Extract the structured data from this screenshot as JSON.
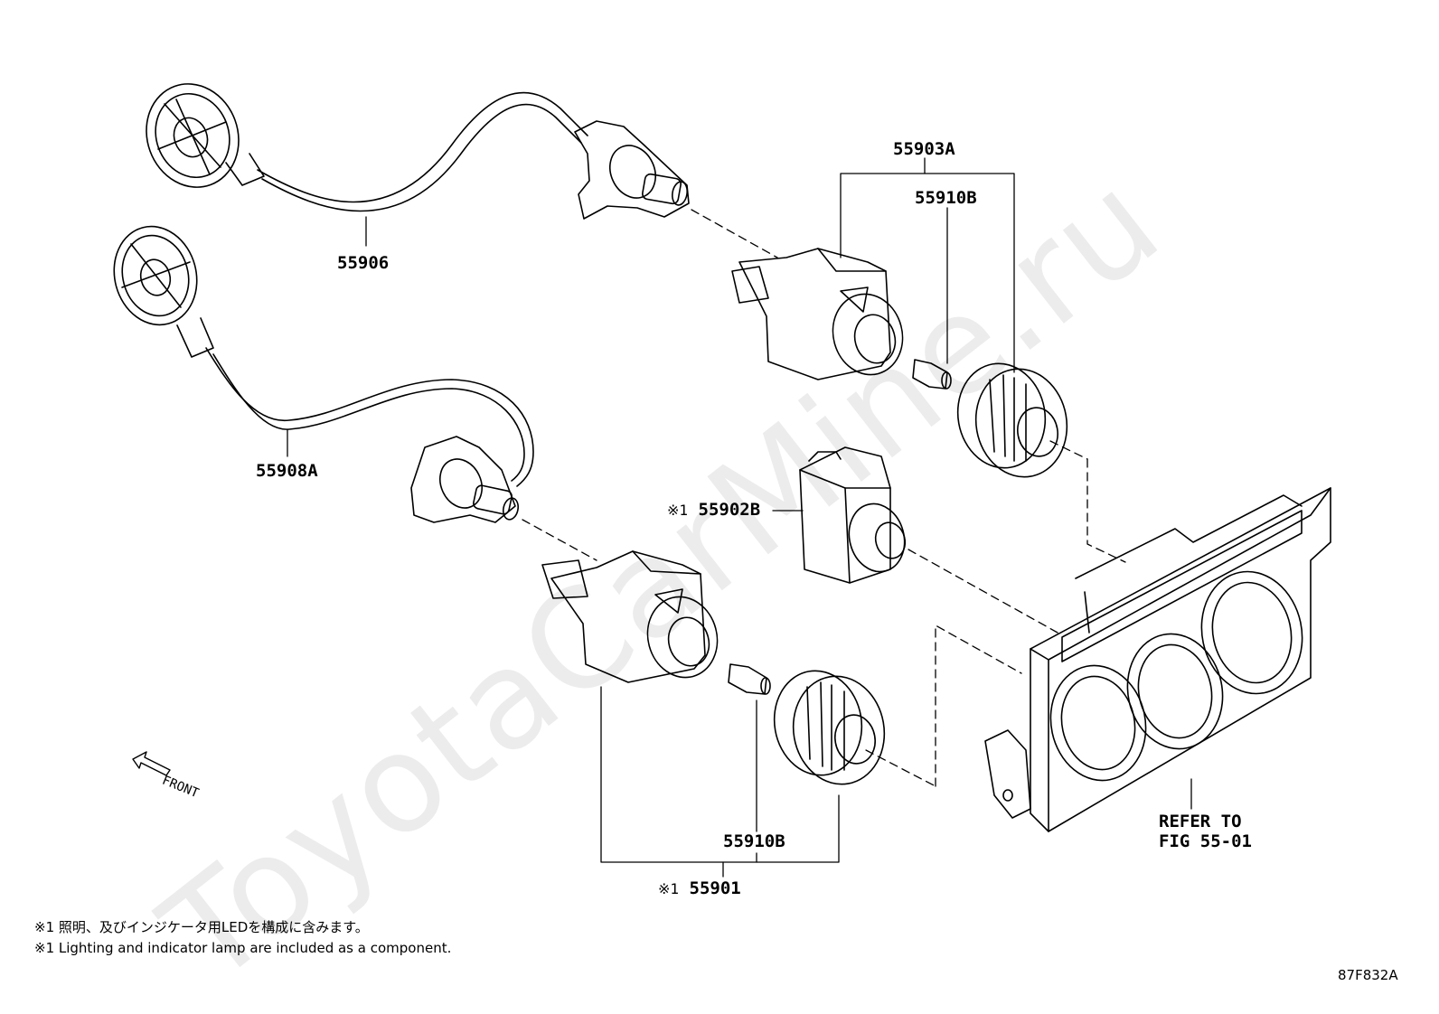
{
  "labels": {
    "p55906": "55906",
    "p55908a": "55908A",
    "p55903a": "55903A",
    "p55910b_top": "55910B",
    "p55902b_mark": "※1",
    "p55902b": "55902B",
    "p55910b_bottom": "55910B",
    "p55901_mark": "※1",
    "p55901": "55901",
    "refer_line1": "REFER TO",
    "refer_line2": "FIG 55-01",
    "front": "FRONT"
  },
  "notes": {
    "jp": "※1 照明、及びインジケータ用LEDを構成に含みます。",
    "en": "※1 Lighting and indicator lamp are included as a component."
  },
  "figure_code": "87F832A",
  "watermark": "ToyotaCarMine.ru"
}
